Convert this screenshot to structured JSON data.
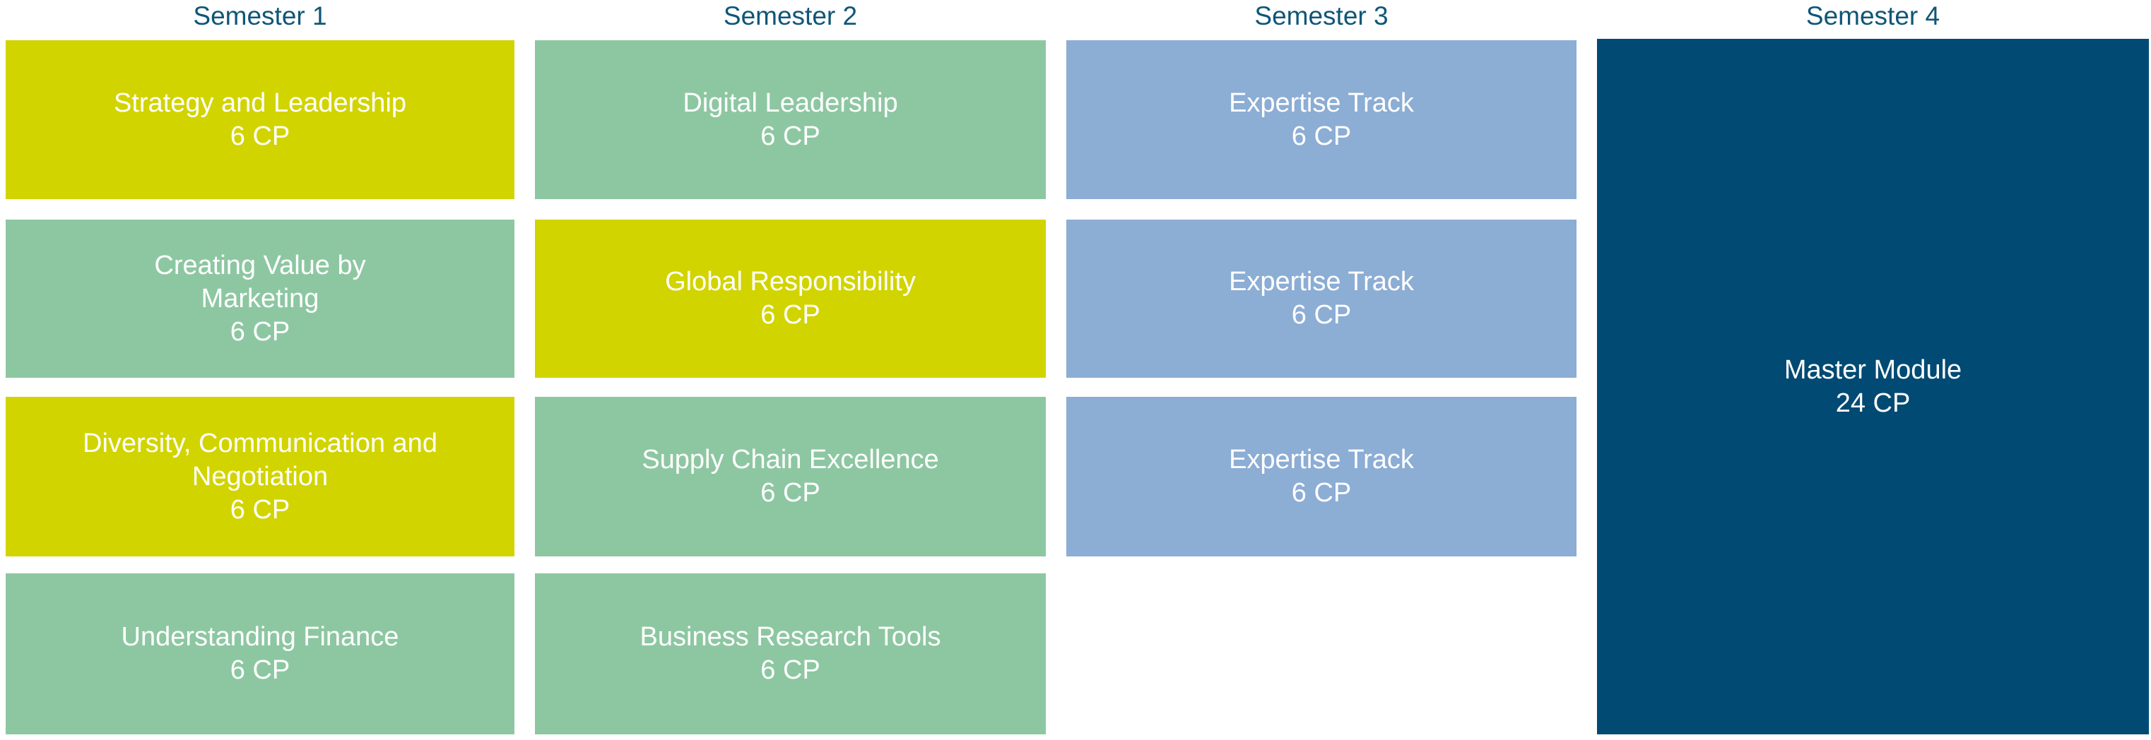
{
  "palette": {
    "module_yellow_green": "#d2d400",
    "module_green": "#8dc7a2",
    "module_light_blue": "#8cadd4",
    "module_navy": "#004a73",
    "header_text": "#0f5678",
    "module_text": "#ffffff",
    "background": "#ffffff"
  },
  "columns": [
    {
      "header": "Semester 1",
      "modules": [
        {
          "title": "Strategy and Leadership",
          "credits": "6 CP",
          "color": "#d2d400"
        },
        {
          "title": "Creating Value by\nMarketing",
          "credits": "6 CP",
          "color": "#8dc7a2"
        },
        {
          "title": "Diversity, Communication and\nNegotiation",
          "credits": "6 CP",
          "color": "#d2d400"
        },
        {
          "title": "Understanding Finance",
          "credits": "6 CP",
          "color": "#8dc7a2"
        }
      ]
    },
    {
      "header": "Semester 2",
      "modules": [
        {
          "title": "Digital Leadership",
          "credits": "6 CP",
          "color": "#8dc7a2"
        },
        {
          "title": "Global Responsibility",
          "credits": "6 CP",
          "color": "#d2d400"
        },
        {
          "title": "Supply Chain Excellence",
          "credits": "6 CP",
          "color": "#8dc7a2"
        },
        {
          "title": "Business Research Tools",
          "credits": "6 CP",
          "color": "#8dc7a2"
        }
      ]
    },
    {
      "header": "Semester 3",
      "modules": [
        {
          "title": "Expertise Track",
          "credits": "6 CP",
          "color": "#8cadd4"
        },
        {
          "title": "Expertise Track",
          "credits": "6 CP",
          "color": "#8cadd4"
        },
        {
          "title": "Expertise Track",
          "credits": "6 CP",
          "color": "#8cadd4"
        }
      ]
    },
    {
      "header": "Semester 4",
      "modules": [
        {
          "title": "Master Module",
          "credits": "24 CP",
          "color": "#004a73"
        }
      ]
    }
  ]
}
